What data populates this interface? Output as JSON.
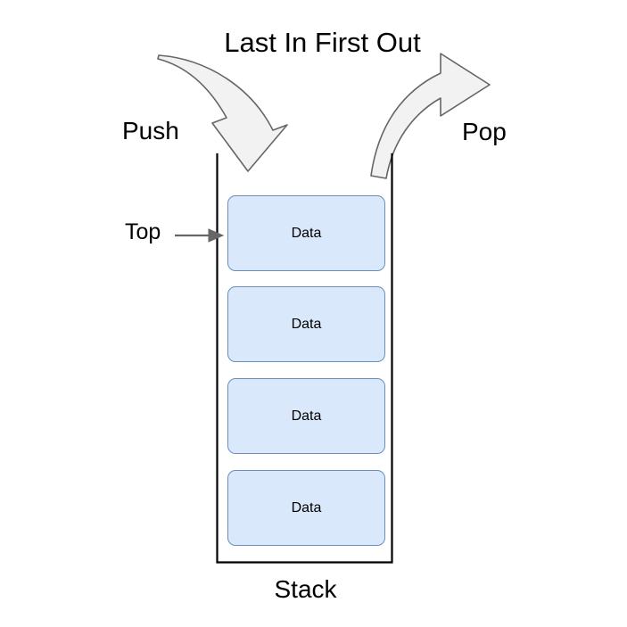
{
  "diagram": {
    "type": "stack-data-structure",
    "title": "Last In First Out",
    "bottom_caption": "Stack",
    "labels": {
      "push": "Push",
      "pop": "Pop",
      "top": "Top"
    },
    "stack": {
      "cells": [
        {
          "label": "Data"
        },
        {
          "label": "Data"
        },
        {
          "label": "Data"
        },
        {
          "label": "Data"
        }
      ]
    },
    "arrows": {
      "push_arrow": "curved-down-arrow",
      "pop_arrow": "curved-right-arrow",
      "top_arrow": "straight-right-arrow"
    },
    "colors": {
      "cell_fill": "#dae8fc",
      "cell_stroke": "#6c8ebf",
      "arrow_fill": "#f2f2f2",
      "arrow_stroke": "#666666",
      "container_stroke": "#000000",
      "text": "#000000",
      "background": "#ffffff",
      "top_arrow_color": "#666666"
    }
  }
}
